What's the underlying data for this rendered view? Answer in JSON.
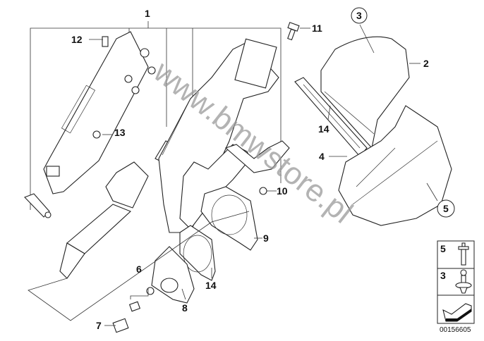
{
  "diagram": {
    "callouts": {
      "c1": "1",
      "c2": "2",
      "c3": "3",
      "c4": "4",
      "c5": "5",
      "c6": "6",
      "c7": "7",
      "c8": "8",
      "c9": "9",
      "c10": "10",
      "c11": "11",
      "c12": "12",
      "c13": "13",
      "c14a": "14",
      "c14b": "14"
    },
    "watermark": "www.bmwstore.pl",
    "legend": {
      "rows": [
        {
          "number": "5",
          "icon": "screw-rivet-icon"
        },
        {
          "number": "3",
          "icon": "expanding-rivet-icon"
        },
        {
          "icon": "arrow-direction-icon"
        }
      ]
    },
    "diagram_code": "00156605"
  }
}
